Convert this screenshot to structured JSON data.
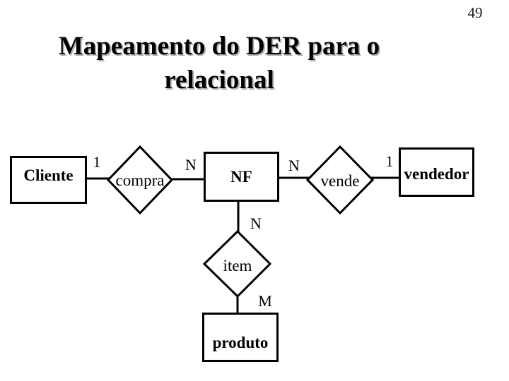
{
  "page": {
    "number": "49"
  },
  "title": {
    "lines": [
      "Mapeamento do DER para o",
      "relacional"
    ],
    "color": "#000000",
    "shadow_color": "#b0b0b0"
  },
  "diagram": {
    "line_color": "#000000",
    "entities": [
      {
        "id": "cliente",
        "label": "Cliente"
      },
      {
        "id": "nf",
        "label": "NF"
      },
      {
        "id": "vendedor",
        "label": "vendedor"
      },
      {
        "id": "produto",
        "label": "produto"
      }
    ],
    "relationships": [
      {
        "id": "compra",
        "label": "compra"
      },
      {
        "id": "vende",
        "label": "vende"
      },
      {
        "id": "item",
        "label": "item"
      }
    ],
    "cardinalities": [
      {
        "id": "cliente-compra",
        "label": "1"
      },
      {
        "id": "compra-nf",
        "label": "N"
      },
      {
        "id": "nf-vende",
        "label": "N"
      },
      {
        "id": "vende-vendedor",
        "label": "1"
      },
      {
        "id": "nf-item",
        "label": "N"
      },
      {
        "id": "item-produto",
        "label": "M"
      }
    ]
  }
}
